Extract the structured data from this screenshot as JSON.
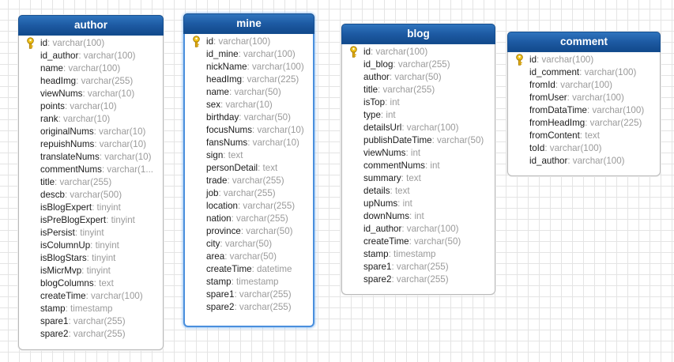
{
  "entities": [
    {
      "id": "author",
      "title": "author",
      "selected": false,
      "fields": [
        {
          "name": "id",
          "type": ": varchar(100)",
          "pk": true
        },
        {
          "name": "id_author",
          "type": ": varchar(100)"
        },
        {
          "name": "name",
          "type": ": varchar(100)"
        },
        {
          "name": "headImg",
          "type": ": varchar(255)"
        },
        {
          "name": "viewNums",
          "type": ": varchar(10)"
        },
        {
          "name": "points",
          "type": ": varchar(10)"
        },
        {
          "name": "rank",
          "type": ": varchar(10)"
        },
        {
          "name": "originalNums",
          "type": ": varchar(10)"
        },
        {
          "name": "repuishNums",
          "type": ": varchar(10)"
        },
        {
          "name": "translateNums",
          "type": ": varchar(10)"
        },
        {
          "name": "commentNums",
          "type": ": varchar(1..."
        },
        {
          "name": "title",
          "type": ": varchar(255)"
        },
        {
          "name": "descb",
          "type": ": varchar(500)"
        },
        {
          "name": "isBlogExpert",
          "type": ": tinyint"
        },
        {
          "name": "isPreBlogExpert",
          "type": ": tinyint"
        },
        {
          "name": "isPersist",
          "type": ": tinyint"
        },
        {
          "name": "isColumnUp",
          "type": ": tinyint"
        },
        {
          "name": "isBlogStars",
          "type": ": tinyint"
        },
        {
          "name": "isMicrMvp",
          "type": ": tinyint"
        },
        {
          "name": "blogColumns",
          "type": ": text"
        },
        {
          "name": "createTime",
          "type": ": varchar(100)"
        },
        {
          "name": "stamp",
          "type": ": timestamp"
        },
        {
          "name": "spare1",
          "type": ": varchar(255)"
        },
        {
          "name": "spare2",
          "type": ": varchar(255)"
        }
      ]
    },
    {
      "id": "mine",
      "title": "mine",
      "selected": true,
      "fields": [
        {
          "name": "id",
          "type": ": varchar(100)",
          "pk": true
        },
        {
          "name": "id_mine",
          "type": ": varchar(100)"
        },
        {
          "name": "nickName",
          "type": ": varchar(100)"
        },
        {
          "name": "headImg",
          "type": ": varchar(225)"
        },
        {
          "name": "name",
          "type": ": varchar(50)"
        },
        {
          "name": "sex",
          "type": ": varchar(10)"
        },
        {
          "name": "birthday",
          "type": ": varchar(50)"
        },
        {
          "name": "focusNums",
          "type": ": varchar(10)"
        },
        {
          "name": "fansNums",
          "type": ": varchar(10)"
        },
        {
          "name": "sign",
          "type": ": text"
        },
        {
          "name": "personDetail",
          "type": ": text"
        },
        {
          "name": "trade",
          "type": ": varchar(255)"
        },
        {
          "name": "job",
          "type": ": varchar(255)"
        },
        {
          "name": "location",
          "type": ": varchar(255)"
        },
        {
          "name": "nation",
          "type": ": varchar(255)"
        },
        {
          "name": "province",
          "type": ": varchar(50)"
        },
        {
          "name": "city",
          "type": ": varchar(50)"
        },
        {
          "name": "area",
          "type": ": varchar(50)"
        },
        {
          "name": "createTime",
          "type": ": datetime"
        },
        {
          "name": "stamp",
          "type": ": timestamp"
        },
        {
          "name": "spare1",
          "type": ": varchar(255)"
        },
        {
          "name": "spare2",
          "type": ": varchar(255)"
        }
      ]
    },
    {
      "id": "blog",
      "title": "blog",
      "selected": false,
      "fields": [
        {
          "name": "id",
          "type": ": varchar(100)",
          "pk": true
        },
        {
          "name": "id_blog",
          "type": ": varchar(255)"
        },
        {
          "name": "author",
          "type": ": varchar(50)"
        },
        {
          "name": "title",
          "type": ": varchar(255)"
        },
        {
          "name": "isTop",
          "type": ": int"
        },
        {
          "name": "type",
          "type": ": int"
        },
        {
          "name": "detailsUrl",
          "type": ": varchar(100)"
        },
        {
          "name": "publishDateTime",
          "type": ": varchar(50)"
        },
        {
          "name": "viewNums",
          "type": ": int"
        },
        {
          "name": "commentNums",
          "type": ": int"
        },
        {
          "name": "summary",
          "type": ": text"
        },
        {
          "name": "details",
          "type": ": text"
        },
        {
          "name": "upNums",
          "type": ": int"
        },
        {
          "name": "downNums",
          "type": ": int"
        },
        {
          "name": "id_author",
          "type": ": varchar(100)"
        },
        {
          "name": "createTime",
          "type": ": varchar(50)"
        },
        {
          "name": "stamp",
          "type": ": timestamp"
        },
        {
          "name": "spare1",
          "type": ": varchar(255)"
        },
        {
          "name": "spare2",
          "type": ": varchar(255)"
        }
      ]
    },
    {
      "id": "comment",
      "title": "comment",
      "selected": false,
      "fields": [
        {
          "name": "id",
          "type": ": varchar(100)",
          "pk": true
        },
        {
          "name": "id_comment",
          "type": ": varchar(100)"
        },
        {
          "name": "fromId",
          "type": ": varchar(100)"
        },
        {
          "name": "fromUser",
          "type": ": varchar(100)"
        },
        {
          "name": "fromDataTime",
          "type": ": varchar(100)"
        },
        {
          "name": "fromHeadImg",
          "type": ": varchar(225)"
        },
        {
          "name": "fromContent",
          "type": ": text"
        },
        {
          "name": "toId",
          "type": ": varchar(100)"
        },
        {
          "name": "id_author",
          "type": ": varchar(100)"
        }
      ]
    }
  ]
}
